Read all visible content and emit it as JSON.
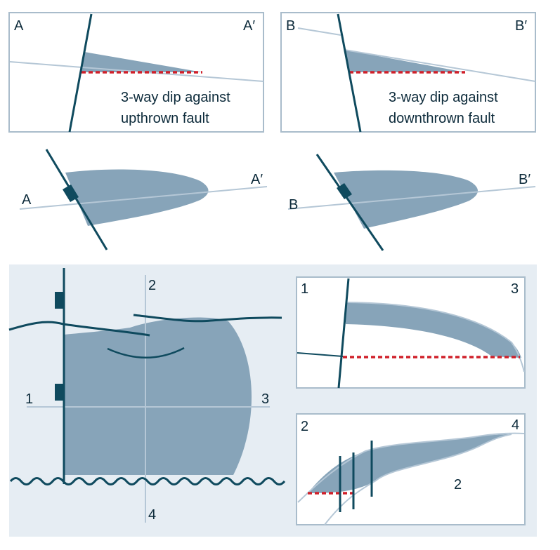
{
  "colors": {
    "fill": "#87a4b9",
    "fault": "#0f4a5e",
    "section_line": "#b5c7d6",
    "frame": "#a9bccb",
    "panel_bg": "#e6edf3",
    "spill": "#d0202a",
    "text": "#0c2a3a"
  },
  "section_a": {
    "left_label": "A",
    "right_label": "A′",
    "caption_line1": "3-way dip against",
    "caption_line2": "upthrown fault"
  },
  "section_b": {
    "left_label": "B",
    "right_label": "B′",
    "caption_line1": "3-way dip against",
    "caption_line2": "downthrown fault"
  },
  "map_a": {
    "left_label": "A",
    "right_label": "A′"
  },
  "map_b": {
    "left_label": "B",
    "right_label": "B′"
  },
  "bottom_map": {
    "label_1": "1",
    "label_2": "2",
    "label_3": "3",
    "label_4": "4"
  },
  "section_13": {
    "left_label": "1",
    "right_label": "3"
  },
  "section_24": {
    "left_label": "2",
    "right_label": "4",
    "interior_label": "2"
  }
}
